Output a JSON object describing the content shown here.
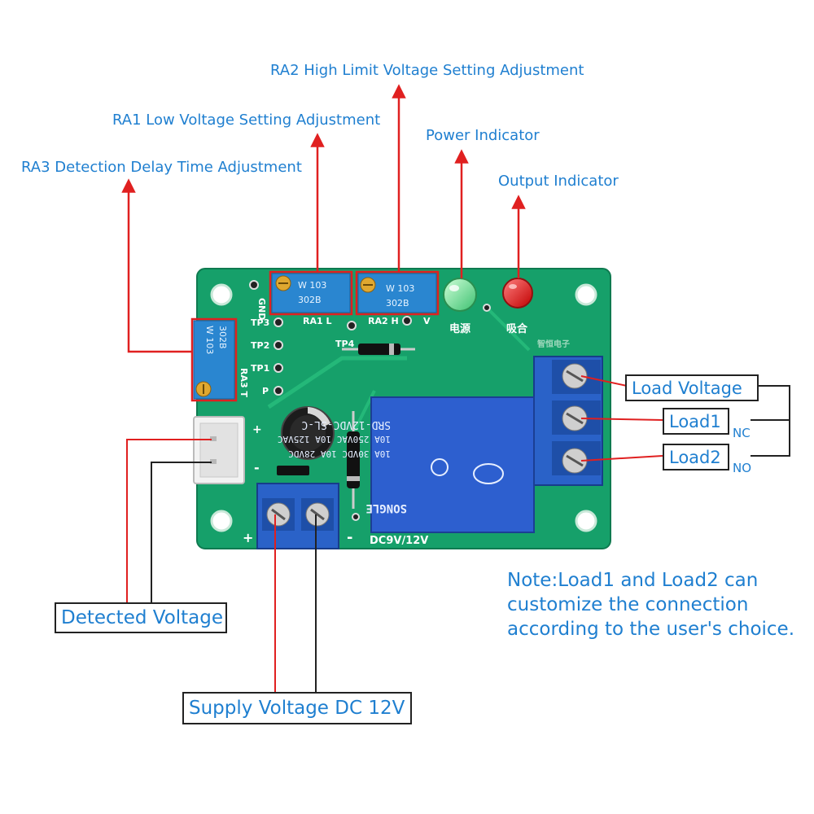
{
  "callouts": {
    "ra2": "RA2 High Limit Voltage Setting Adjustment",
    "ra1": "RA1 Low Voltage Setting Adjustment",
    "power": "Power Indicator",
    "ra3": "RA3 Detection Delay Time Adjustment",
    "output": "Output Indicator"
  },
  "terminals": {
    "load_voltage": "Load Voltage",
    "load1": "Load1",
    "nc": "NC",
    "load2": "Load2",
    "no": "NO"
  },
  "inputs": {
    "detected": "Detected Voltage",
    "supply": "Supply Voltage DC 12V"
  },
  "note": {
    "line1": "Note:Load1 and Load2 can",
    "line2": "customize the connection",
    "line3": "according to the user's choice."
  },
  "board_silkscreen": {
    "gnd": "GND",
    "tp3": "TP3",
    "tp2": "TP2",
    "tp1": "TP1",
    "tp4": "TP4",
    "p": "P",
    "ra1_l": "RA1  L",
    "ra2_h": "RA2  H",
    "v": "V",
    "ra3_t": "RA3 T",
    "power_cn": "电源",
    "output_cn": "吸合",
    "supply_cn": "智恒电子",
    "dc": "DC9V/12V",
    "plus": "+",
    "minus": "-"
  },
  "potentiometers": {
    "w103": "W 103",
    "code_302b": "302B"
  },
  "relay": {
    "model": "SRD-12VDC-SL-C",
    "rating1": "10A 250VAC  10A 125VAC",
    "rating2": "10A 30VDC  10A 28VDC",
    "brand": "SONGLE"
  },
  "colors": {
    "pcb": "#16a06a",
    "callout_line": "#e02020",
    "label_text": "#1f7fd0",
    "terminal_block": "#2a62c8",
    "pot_body": "#2a86d0",
    "relay_body": "#2d5fcf"
  }
}
